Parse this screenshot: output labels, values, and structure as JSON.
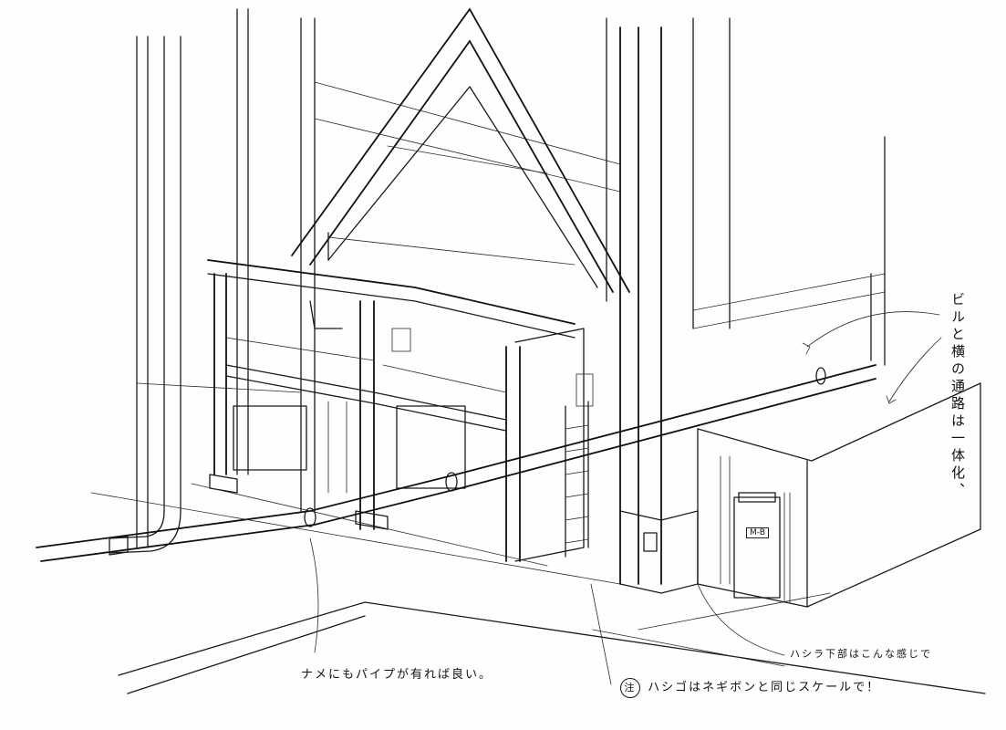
{
  "notes": {
    "building_bridge_note": "ビルと横の通路は一体化、",
    "diagonal_pipe_note": "ナメにもパイプが有れば良い。",
    "pillar_base_note": "ハシラ下部はこんな感じで",
    "ladder_note_mark": "注",
    "ladder_note": "ハシゴはネギボンと同じスケールで！"
  },
  "door_plate": {
    "label": "M-B"
  }
}
